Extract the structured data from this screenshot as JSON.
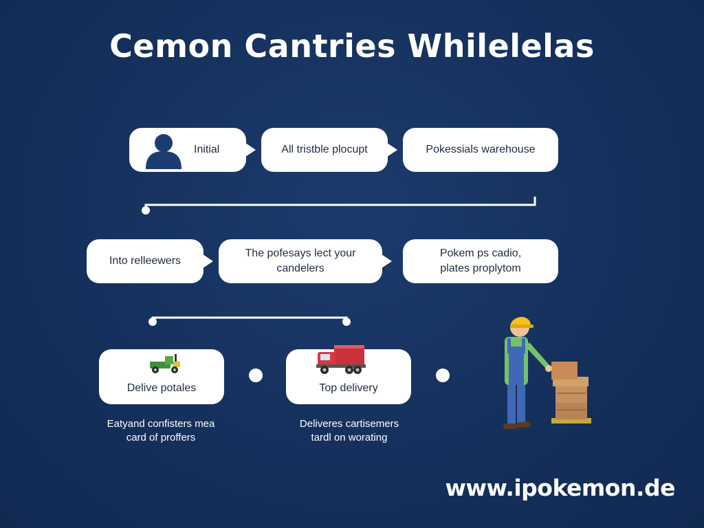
{
  "title": "Cemon Cantries Whilelelas",
  "row1": {
    "initial": "Initial",
    "pickup": "All tristble plocupt",
    "warehouse": "Pokessials warehouse"
  },
  "row2": {
    "reviewers": "Into relleewers",
    "select_line1": "The pofesays lect your",
    "select_line2": "candelers",
    "radio_line1": "Pokem ps cadio,",
    "radio_line2": "plates proplytom"
  },
  "row3": {
    "delive": "Delive potales",
    "top_delivery": "Top delivery"
  },
  "captions": {
    "left_line1": "Eatyand confisters mea",
    "left_line2": "card of proffers",
    "right_line1": "Deliveres cartisemers",
    "right_line2": "tardl on worating"
  },
  "website": "www.ipokemon.de",
  "icons": {
    "user": "user-icon",
    "tractor": "tractor-icon",
    "truck": "truck-icon",
    "worker": "warehouse-worker-illustration"
  },
  "colors": {
    "background": "#15305c",
    "node": "#ffffff",
    "icon_blue": "#1b3d72"
  }
}
